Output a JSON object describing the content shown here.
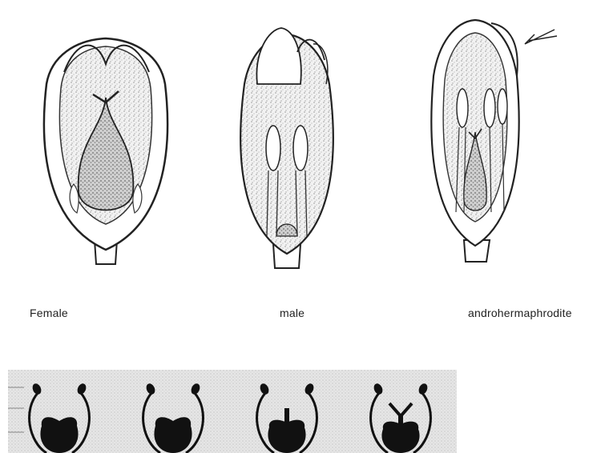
{
  "labels": {
    "female": "Female",
    "male": "male",
    "androhermaphrodite": "androhermaphrodite"
  },
  "colors": {
    "ink": "#222222",
    "stipple": "#b9b9b9",
    "dark_fill": "#111111",
    "strip_bg": "#dedede"
  }
}
